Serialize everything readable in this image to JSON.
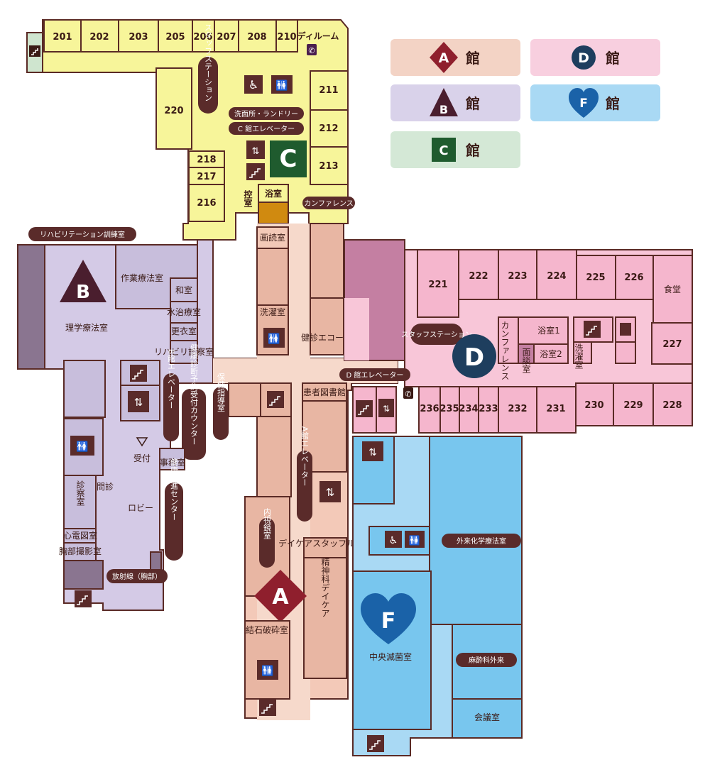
{
  "colors": {
    "building_a": "#f3c9b8",
    "building_b": "#d4cae6",
    "building_c": "#f7f59a",
    "building_d": "#f8c6d8",
    "building_f": "#78c6ee",
    "label_pill": "#5a2b2a",
    "c_marker": "#1f5b2e"
  },
  "legend": [
    {
      "letter": "A",
      "suffix": "館",
      "shape": "diamond"
    },
    {
      "letter": "D",
      "suffix": "館",
      "shape": "circle"
    },
    {
      "letter": "B",
      "suffix": "館",
      "shape": "triangle"
    },
    {
      "letter": "F",
      "suffix": "館",
      "shape": "heart"
    },
    {
      "letter": "C",
      "suffix": "館",
      "shape": "square"
    }
  ],
  "building_markers": {
    "a": "A",
    "b": "B",
    "c": "C",
    "d": "D",
    "f": "F"
  },
  "c_wing": {
    "rooms_top": [
      "201",
      "202",
      "203",
      "205",
      "206",
      "207",
      "208",
      "210"
    ],
    "dayroom": "ディルーム",
    "staff_station": "スタッフステーション",
    "room_220": "220",
    "room_211": "211",
    "room_212": "212",
    "room_213": "213",
    "room_218": "218",
    "room_217": "217",
    "room_216": "216",
    "washroom": "洗面所・ランドリー",
    "elevator": "C 館エレベーター",
    "bath": "浴室",
    "waiting": "控室",
    "conference": "カンファレンス"
  },
  "b_wing": {
    "rehab": "リハビリテーション訓練室",
    "ot": "作業療法室",
    "pt": "理学療法室",
    "washitsu": "和室",
    "hydro": "水治療室",
    "changing": "更衣室",
    "rehab_exam": "リハビリ診察室",
    "elevator": "B館エレベーター",
    "checkup_counter": "健康診断予約受付カウンター",
    "reception": "受付",
    "office": "事務室",
    "interview": "問診",
    "exam": "診察室",
    "lobby": "ロビー",
    "ecg": "心電図室",
    "xray_room": "胸部撮影室",
    "radiology": "放射線（胸部）",
    "health_center": "健康増進センター"
  },
  "a_wing": {
    "reading": "画読室",
    "laundry": "洗濯室",
    "echo": "健診エコー室",
    "health_guidance": "保健指導室",
    "library": "患者図書館",
    "elevator": "A館エレベーター",
    "endoscopy": "内視鏡室",
    "daycare_staff": "デイケアスタッフルーム",
    "psych_daycare": "精神科デイケア",
    "lithotripsy": "結石破砕室"
  },
  "d_wing": {
    "rooms_top": [
      "221",
      "222",
      "223",
      "224",
      "225",
      "226"
    ],
    "cafeteria": "食堂",
    "staff_station": "スタッフステーション",
    "conference": "カンファレンス",
    "interview": "面談室",
    "bath1": "浴室1",
    "bath2": "浴室2",
    "laundry": "洗濯室",
    "room_227": "227",
    "elevator": "D 館エレベーター",
    "rooms_bottom": [
      "236",
      "235",
      "234",
      "233",
      "232",
      "231",
      "230",
      "229",
      "228"
    ]
  },
  "f_wing": {
    "chemo": "外来化学療法室",
    "sterilization": "中央滅菌室",
    "anesthesia": "麻酔科外来",
    "meeting": "会議室"
  }
}
